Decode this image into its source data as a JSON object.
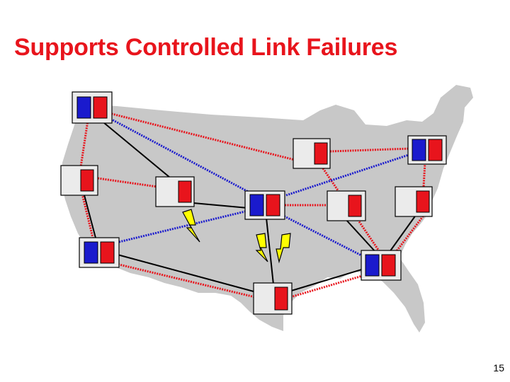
{
  "slide": {
    "title": "Supports Controlled Link Failures",
    "page_number": "15"
  },
  "colors": {
    "title": "#e8141c",
    "map_fill": "#c8c8c8",
    "node_fill": "#ebebeb",
    "physical_link": "#000000",
    "red_path": "#e8141c",
    "blue_path": "#1a1acd",
    "lightning": "#ffff00"
  },
  "diagram": {
    "background": "us-map-silhouette",
    "nodes": [
      {
        "id": "nw",
        "kind": "blue-red"
      },
      {
        "id": "west",
        "kind": "red"
      },
      {
        "id": "sw",
        "kind": "blue-red"
      },
      {
        "id": "mountain",
        "kind": "red"
      },
      {
        "id": "central",
        "kind": "blue-red"
      },
      {
        "id": "south",
        "kind": "red"
      },
      {
        "id": "midwest-north",
        "kind": "red"
      },
      {
        "id": "midwest",
        "kind": "red"
      },
      {
        "id": "northeast",
        "kind": "blue-red"
      },
      {
        "id": "east",
        "kind": "red"
      },
      {
        "id": "southeast",
        "kind": "blue-red"
      }
    ],
    "links": [
      {
        "from": "nw",
        "to": "mountain",
        "type": "physical",
        "failed": true
      },
      {
        "from": "mountain",
        "to": "central",
        "type": "physical"
      },
      {
        "from": "west",
        "to": "sw",
        "type": "physical"
      },
      {
        "from": "sw",
        "to": "south",
        "type": "physical"
      },
      {
        "from": "central",
        "to": "south",
        "type": "physical",
        "failed": true
      },
      {
        "from": "midwest",
        "to": "southeast",
        "type": "physical"
      },
      {
        "from": "southeast",
        "to": "east",
        "type": "physical"
      },
      {
        "from": "south",
        "to": "southeast",
        "type": "physical"
      },
      {
        "from": "nw",
        "to": "west",
        "type": "red-path"
      },
      {
        "from": "west",
        "to": "mountain",
        "type": "red-path"
      },
      {
        "from": "nw",
        "to": "midwest-north",
        "type": "red-path"
      },
      {
        "from": "midwest-north",
        "to": "northeast",
        "type": "red-path"
      },
      {
        "from": "midwest-north",
        "to": "southeast",
        "type": "red-path"
      },
      {
        "from": "central",
        "to": "midwest",
        "type": "red-path"
      },
      {
        "from": "sw",
        "to": "south",
        "type": "red-path"
      },
      {
        "from": "south",
        "to": "southeast",
        "type": "red-path"
      },
      {
        "from": "southeast",
        "to": "east",
        "type": "red-path"
      },
      {
        "from": "nw",
        "to": "central",
        "type": "blue-path"
      },
      {
        "from": "central",
        "to": "northeast",
        "type": "blue-path"
      },
      {
        "from": "sw",
        "to": "central",
        "type": "blue-path"
      },
      {
        "from": "central",
        "to": "southeast",
        "type": "blue-path"
      }
    ],
    "failures": [
      {
        "link": "nw-mountain",
        "icon": "lightning-icon"
      },
      {
        "link": "central-south",
        "icon": "lightning-icon"
      },
      {
        "link": "central-south",
        "icon": "lightning-icon"
      }
    ]
  }
}
